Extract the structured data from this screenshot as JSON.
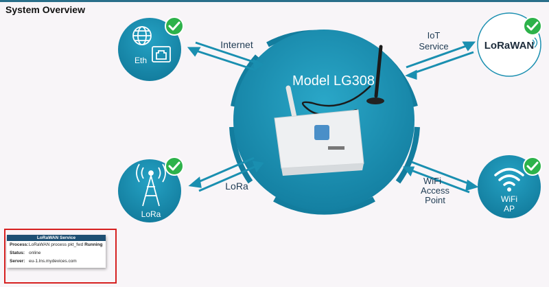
{
  "page": {
    "title": "System Overview"
  },
  "hub": {
    "model_label": "Model LG308"
  },
  "nodes": {
    "eth": {
      "label": "Eth",
      "status": "ok"
    },
    "lora": {
      "label": "LoRa",
      "status": "ok"
    },
    "lorawan": {
      "label": "LoRaWAN",
      "status": "ok"
    },
    "wifi": {
      "label_line1": "WiFi",
      "label_line2": "AP",
      "status": "ok"
    }
  },
  "links": {
    "internet": "Internet",
    "lora": "LoRa",
    "iot_line1": "IoT",
    "iot_line2": "Service",
    "wifi_line1": "WiFi",
    "wifi_line2": "Access",
    "wifi_line3": "Point"
  },
  "service_card": {
    "header": "LoRaWAN Service",
    "rows": [
      {
        "key": "Process:",
        "value": "LoRaWAN process pkt_fwd",
        "value_bold": "Running"
      },
      {
        "key": "Status:",
        "value": "online",
        "value_bold": ""
      },
      {
        "key": "Server:",
        "value": "eu-1.lns.mydevices.com",
        "value_bold": ""
      }
    ]
  },
  "colors": {
    "accent": "#1a8fb0",
    "accent_dark": "#126f8a",
    "check": "#2db24a",
    "alert_outline": "#d62020"
  }
}
